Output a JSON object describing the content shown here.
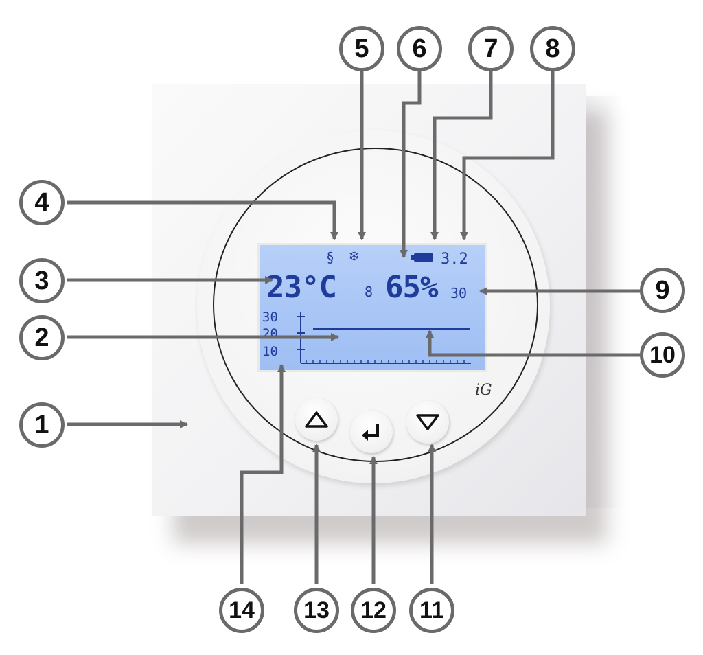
{
  "device": {
    "name": "room-thermostat",
    "logo_text": "iG",
    "display": {
      "temperature": "23°C",
      "small_digit": "8",
      "humidity": "65%",
      "humidity_right_value": "30",
      "version_value": "3.2",
      "status_icons": [
        "heating-icon",
        "cooling-snowflake-icon",
        "battery-icon"
      ],
      "graph_y_ticks": [
        "30",
        "20",
        "10"
      ]
    },
    "buttons": [
      {
        "name": "up-button",
        "icon": "triangle-up-icon"
      },
      {
        "name": "enter-button",
        "icon": "return-arrow-icon"
      },
      {
        "name": "down-button",
        "icon": "triangle-down-icon"
      }
    ]
  },
  "callouts": [
    "1",
    "2",
    "3",
    "4",
    "5",
    "6",
    "7",
    "8",
    "9",
    "10",
    "11",
    "12",
    "13",
    "14"
  ],
  "colors": {
    "lcd_background": "#a9c6f6",
    "lcd_text": "#1f3c9a",
    "callout_border": "#6a6a6a",
    "leader_line": "#6a6a6a"
  }
}
